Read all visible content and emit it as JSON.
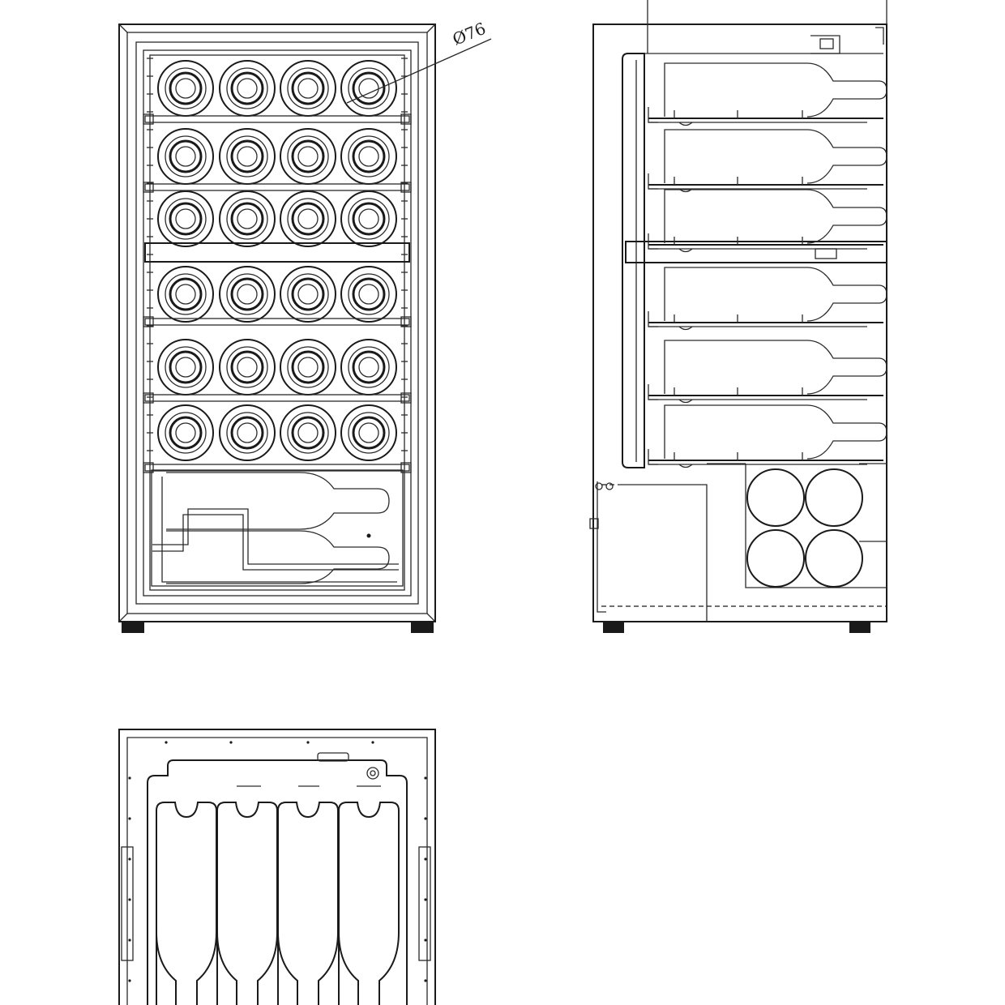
{
  "figure": {
    "dimension_label": "Ø76",
    "views": [
      "front-view",
      "side-view",
      "top-view"
    ],
    "front_view": {
      "bottle_rows": 6,
      "bottles_per_row": 4,
      "bottom_drawer_bottles_side": 2
    },
    "side_view": {
      "shelf_count": 6,
      "bottom_bottles_end": 4
    },
    "top_view": {
      "bottle_count": 4
    },
    "colors": {
      "line": "#1a1a1a",
      "background": "#ffffff"
    }
  }
}
